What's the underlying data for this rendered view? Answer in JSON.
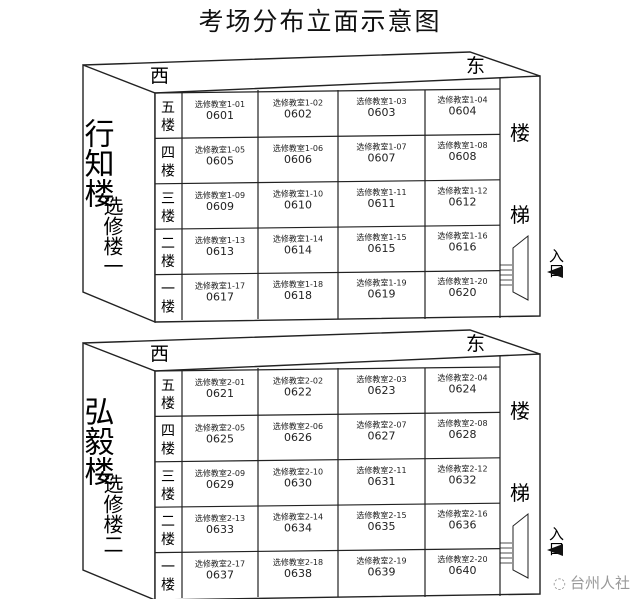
{
  "title": "考场分布立面示意图",
  "watermark": "台州人社",
  "buildings": [
    {
      "name": "行知楼",
      "subname": "选修楼一",
      "west": "西",
      "east": "东",
      "stairs": "楼梯",
      "entrance": "入口",
      "floors": [
        "五楼",
        "四楼",
        "三楼",
        "二楼",
        "一楼"
      ],
      "rooms": [
        [
          [
            "选修教室1-01",
            "0601"
          ],
          [
            "选修教室1-02",
            "0602"
          ],
          [
            "选修教室1-03",
            "0603"
          ],
          [
            "选修教室1-04",
            "0604"
          ]
        ],
        [
          [
            "选修教室1-05",
            "0605"
          ],
          [
            "选修教室1-06",
            "0606"
          ],
          [
            "选修教室1-07",
            "0607"
          ],
          [
            "选修教室1-08",
            "0608"
          ]
        ],
        [
          [
            "选修教室1-09",
            "0609"
          ],
          [
            "选修教室1-10",
            "0610"
          ],
          [
            "选修教室1-11",
            "0611"
          ],
          [
            "选修教室1-12",
            "0612"
          ]
        ],
        [
          [
            "选修教室1-13",
            "0613"
          ],
          [
            "选修教室1-14",
            "0614"
          ],
          [
            "选修教室1-15",
            "0615"
          ],
          [
            "选修教室1-16",
            "0616"
          ]
        ],
        [
          [
            "选修教室1-17",
            "0617"
          ],
          [
            "选修教室1-18",
            "0618"
          ],
          [
            "选修教室1-19",
            "0619"
          ],
          [
            "选修教室1-20",
            "0620"
          ]
        ]
      ]
    },
    {
      "name": "弘毅楼",
      "subname": "选修楼二",
      "west": "西",
      "east": "东",
      "stairs": "楼梯",
      "entrance": "入口",
      "floors": [
        "五楼",
        "四楼",
        "三楼",
        "二楼",
        "一楼"
      ],
      "rooms": [
        [
          [
            "选修教室2-01",
            "0621"
          ],
          [
            "选修教室2-02",
            "0622"
          ],
          [
            "选修教室2-03",
            "0623"
          ],
          [
            "选修教室2-04",
            "0624"
          ]
        ],
        [
          [
            "选修教室2-05",
            "0625"
          ],
          [
            "选修教室2-06",
            "0626"
          ],
          [
            "选修教室2-07",
            "0627"
          ],
          [
            "选修教室2-08",
            "0628"
          ]
        ],
        [
          [
            "选修教室2-09",
            "0629"
          ],
          [
            "选修教室2-10",
            "0630"
          ],
          [
            "选修教室2-11",
            "0631"
          ],
          [
            "选修教室2-12",
            "0632"
          ]
        ],
        [
          [
            "选修教室2-13",
            "0633"
          ],
          [
            "选修教室2-14",
            "0634"
          ],
          [
            "选修教室2-15",
            "0635"
          ],
          [
            "选修教室2-16",
            "0636"
          ]
        ],
        [
          [
            "选修教室2-17",
            "0637"
          ],
          [
            "选修教室2-18",
            "0638"
          ],
          [
            "选修教室2-19",
            "0639"
          ],
          [
            "选修教室2-20",
            "0640"
          ]
        ]
      ]
    }
  ]
}
